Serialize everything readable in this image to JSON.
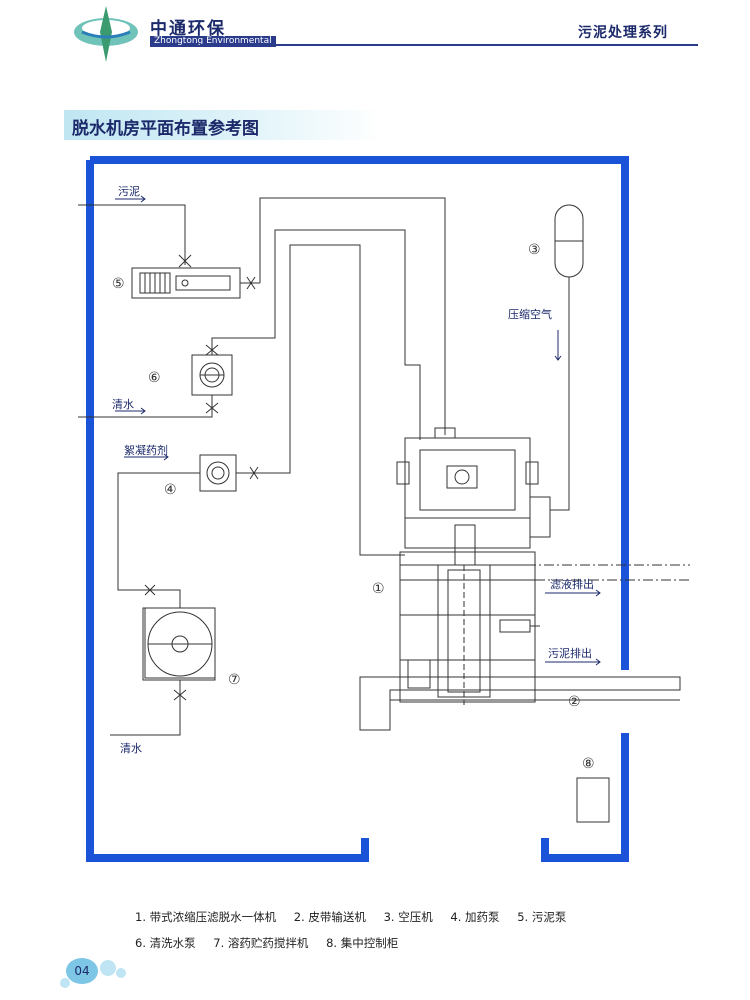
{
  "header": {
    "brand_cn": "中通环保",
    "brand_en": "Zhongtong Environmental",
    "series": "污泥处理系列"
  },
  "title": "脱水机房平面布置参考图",
  "labels": {
    "sludge_in": "污泥",
    "clean_water_1": "清水",
    "flocculant": "絮凝药剂",
    "compressed_air": "压缩空气",
    "filtrate_out": "滤液排出",
    "sludge_out": "污泥排出",
    "clean_water_2": "清水"
  },
  "markers": {
    "m1": "①",
    "m2": "②",
    "m3": "③",
    "m4": "④",
    "m5": "⑤",
    "m6": "⑥",
    "m7": "⑦",
    "m8": "⑧"
  },
  "legend": {
    "row1": [
      "1. 带式浓缩压滤脱水一体机",
      "2. 皮带输送机",
      "3. 空压机",
      "4. 加药泵",
      "5. 污泥泵"
    ],
    "row2": [
      "6. 清洗水泵",
      "7. 溶药贮药搅拌机",
      "8. 集中控制柜"
    ]
  },
  "page_number": "04",
  "colors": {
    "wall": "#1a52d8",
    "brand": "#1c2a6b",
    "label": "#1c2a6b",
    "title_bar": "#bfe6f2"
  }
}
